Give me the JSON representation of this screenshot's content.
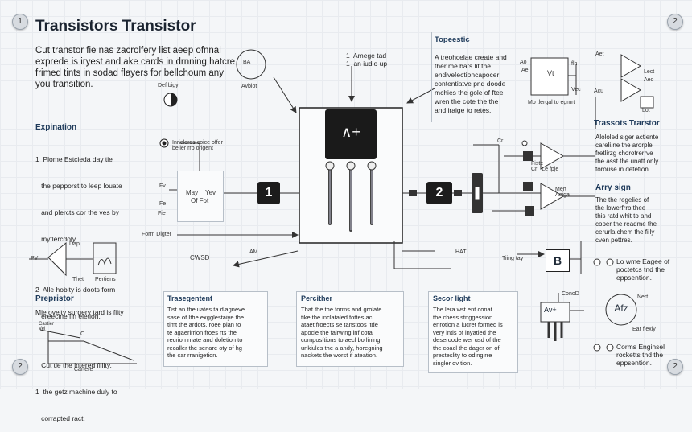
{
  "title": "Transistors Transistor",
  "corners": {
    "tl": "1",
    "tr": "2",
    "bl": "2",
    "br": "2"
  },
  "intro": [
    "Cut transtor fie nas zacrolfery list aeep ofnnal",
    "exprede is iryest and ake cards in drnning hatcre",
    "frimed tints in sodad flayers for bellchoum any",
    "you transition."
  ],
  "def_label": "Def bigy",
  "explanation": {
    "heading": "Expination",
    "items": [
      "1  Plome Estcieda day tie",
      "   the pepporst to leep louate",
      "   and plercts cor the ves by",
      "   mytlercdoly.",
      "2  Alle hobity is doots form",
      "   ereecine fin eletion.",
      "   Cut tie the intered fillity,",
      "1  the getz machine duly to",
      "   corrapted ract."
    ]
  },
  "pv_diagram": {
    "label_left": "PV",
    "label_top": "Dapl",
    "label_bottom_left": "Thet",
    "label_bottom_right": "Pertiens"
  },
  "prepistor": {
    "heading": "Prepristor",
    "text": "Mie oveity surgery tard is fiity",
    "graph_ylabel": "Castier\nVel",
    "graph_point": "C",
    "graph_xlabel": "Cartere"
  },
  "top_center": {
    "arrow_text": "1  Amege tad\n1  an iudio up",
    "symbol_label": "Avbiot",
    "symbol_text": "BA"
  },
  "left_block": {
    "note": "Inrielerds coice offer\nbeller rrp origent",
    "inner_line1": "May",
    "inner_line2": "Yev",
    "inner_line3": "Of  Fot",
    "pin1": "Fv",
    "pin2": "Fe",
    "pin3": "Fie",
    "footer": "Form Digter",
    "marker": "1"
  },
  "center": {
    "chip_label": "∧+",
    "cwsd": "CWSD",
    "arrow_label": "AM"
  },
  "right_block": {
    "marker": "2",
    "hat": "HAT",
    "label_top": "Cr",
    "label_mid": "Fiste\nCr   Le fpje",
    "label_m2": "Mert\nAeigal"
  },
  "topologic": {
    "heading": "Topeestic",
    "text": [
      "A treohcelae create and",
      "ther me bats lit the",
      "endive!ectioncapocer",
      "contentiatve pnd doode",
      "mchies the gole of ftee",
      "wren the cote the the",
      "and iraige to retes."
    ]
  },
  "top_right": {
    "label_1": "Ao",
    "label_2": "Vt",
    "label_3": "flh",
    "label_4": "Ae",
    "label_5": "Vec",
    "caption": "Mo tlergal to egmrt",
    "gates_labels": [
      "Aet",
      "Acu",
      "Lect",
      "Aeo",
      "Lot"
    ]
  },
  "transsots": {
    "heading": "Trassots Trarstor",
    "text": [
      "Alololed siger actiente",
      "careli.ne the arorple",
      "fretlirzg chorotrerrve",
      "the asst the unatt only",
      "forouse in detetion."
    ]
  },
  "ary_sign": {
    "heading": "Arry sign",
    "text": [
      "The the regelies of",
      "the lowerfrro thee",
      "this ratd whit to and",
      "coper the readme the",
      "cerurla chem the filly",
      "cven pettres."
    ]
  },
  "bblock": {
    "label": "Tiing tay",
    "letter": "B"
  },
  "lower_right": {
    "item1": "Lo wme Eagee of\npoctetcs tnd the\neppsention.",
    "item2": "Corms Enginsel\nrocketts thd the\neppsention.",
    "circle_label": "Afz",
    "circle_top": "Nert",
    "circle_bottom": "Ear fiexly"
  },
  "trasegentent": {
    "heading": "Trasegentent",
    "text": [
      "Tist an the uates ta diagneve",
      "sase of Ithe exgglestaiye the",
      "timt the ardots. roee plan to",
      "te agaerirrion froes rts the",
      "recrion rnate and doletion to",
      "recaller the senare oty of hg",
      "the car rranigetion."
    ]
  },
  "percither": {
    "heading": "Percither",
    "text": [
      "That the the forms and grolate",
      "tike the inclataled fottes ac",
      "ataet froects  se tanstoos itde",
      "apocle the fairwing inf cotal",
      "cumposftions to aecl bo lining,",
      "unkiules the a andy, horegning",
      "nackets the worst if ateation."
    ]
  },
  "secor": {
    "heading": "Secor light",
    "text": [
      "The lera wst ent conat",
      "the chess stnggession",
      "enrotion a lucret formed is",
      "very intis of inyatled the",
      "deseroode wer usd of the",
      "the coacl the dager on of",
      "presteslity to odingirre",
      "singler ov tion."
    ],
    "chip": "Av+",
    "chip_top": "ConoD"
  }
}
